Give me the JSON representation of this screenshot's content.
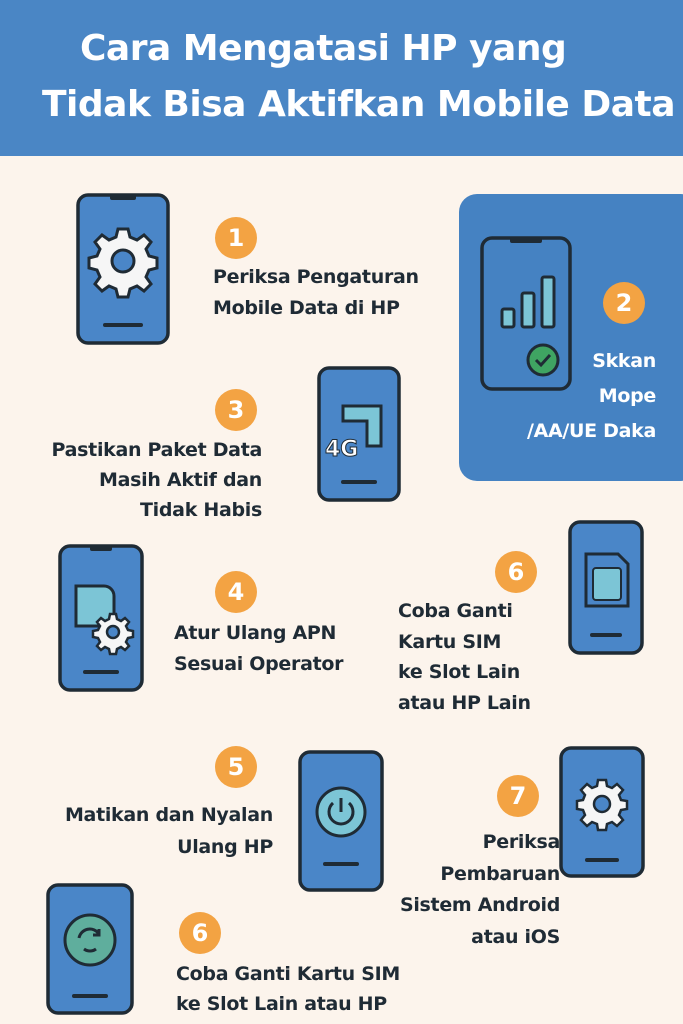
{
  "title": {
    "line1": "Cara Mengatasi HP yang",
    "line2": "Tidak Bisa Aktifkan Mobile Data"
  },
  "colors": {
    "header": "#4a86c5",
    "background": "#fcf4ec",
    "phone": "#4a86c8",
    "badge": "#f3a343",
    "text": "#1f2b35"
  },
  "steps": [
    {
      "number": "1",
      "icon": "gear-icon",
      "lines": [
        "Periksa Pengaturan",
        "Mobile Data di HP"
      ]
    },
    {
      "number": "2",
      "icon": "signal-check-icon",
      "lines": [
        "Skkan",
        "Mope",
        "/AA/UE Daka"
      ]
    },
    {
      "number": "3",
      "icon": "4g-icon",
      "icon_text": "4G",
      "lines": [
        "Pastikan Paket Data",
        "Masih Aktif dan",
        "Tidak Habis"
      ]
    },
    {
      "number": "4",
      "icon": "apn-settings-icon",
      "lines": [
        "Atur Ulang APN",
        "Sesuai Operator"
      ]
    },
    {
      "number": "6",
      "icon": "sim-card-icon",
      "lines": [
        "Coba Ganti",
        "Kartu SIM",
        "ke Slot Lain",
        "atau HP Lain"
      ]
    },
    {
      "number": "5",
      "icon": "power-icon",
      "lines": [
        "Matikan dan Nyalan",
        "Ulang HP"
      ]
    },
    {
      "number": "7",
      "icon": "gear-icon",
      "lines": [
        "Periksa",
        "Pembaruan",
        "Sistem Android",
        "atau iOS"
      ]
    },
    {
      "number": "6",
      "icon": "refresh-icon",
      "lines": [
        "Coba Ganti Kartu SIM",
        "ke Slot Lain atau HP"
      ]
    }
  ]
}
